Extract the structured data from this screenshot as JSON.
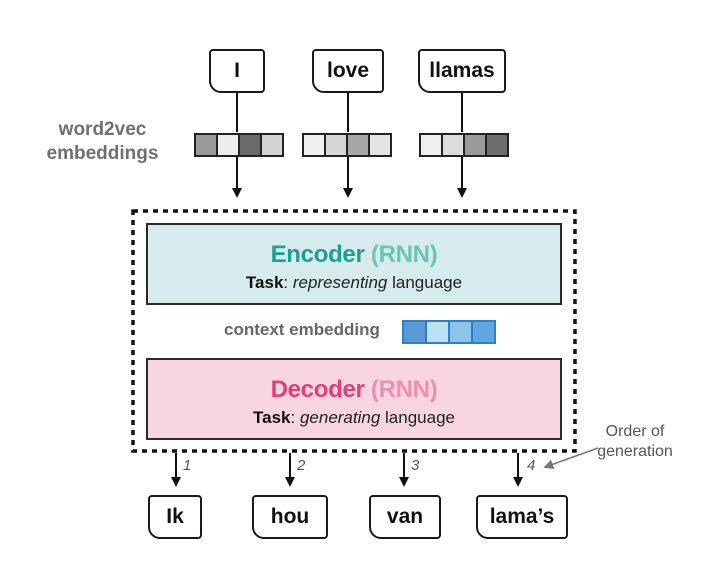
{
  "inputs": [
    {
      "word": "I",
      "embedding": [
        "#9a9a9a",
        "#ededed",
        "#6a6a6a",
        "#d4d4d4"
      ]
    },
    {
      "word": "love",
      "embedding": [
        "#efefef",
        "#d6d6d6",
        "#a6a6a6",
        "#e4e4e4"
      ]
    },
    {
      "word": "llamas",
      "embedding": [
        "#efefef",
        "#dcdcdc",
        "#9a9a9a",
        "#6c6c6c"
      ]
    }
  ],
  "embedding_label": {
    "line1": "word2vec",
    "line2": "embeddings"
  },
  "encoder": {
    "name": "Encoder",
    "type": "(RNN)",
    "task_label": "Task",
    "task_verb": "representing",
    "task_object": "language"
  },
  "context": {
    "label": "context embedding",
    "cells": [
      "#5b9bd5",
      "#bde0f5",
      "#8ec3ea",
      "#5fa8df"
    ]
  },
  "decoder": {
    "name": "Decoder",
    "type": "(RNN)",
    "task_label": "Task",
    "task_verb": "generating",
    "task_object": "language"
  },
  "outputs": [
    {
      "word": "Ik",
      "order": "1"
    },
    {
      "word": "hou",
      "order": "2"
    },
    {
      "word": "van",
      "order": "3"
    },
    {
      "word": "lama’s",
      "order": "4"
    }
  ],
  "order_note": {
    "line1": "Order of",
    "line2": "generation"
  },
  "colors": {
    "encoder_fill": "#d6ecec",
    "encoder_title": "#1f9e8e",
    "encoder_type": "#6cc3b9",
    "decoder_fill": "#f8d6e0",
    "decoder_title": "#e0407a",
    "decoder_type": "#ef8fb0"
  }
}
